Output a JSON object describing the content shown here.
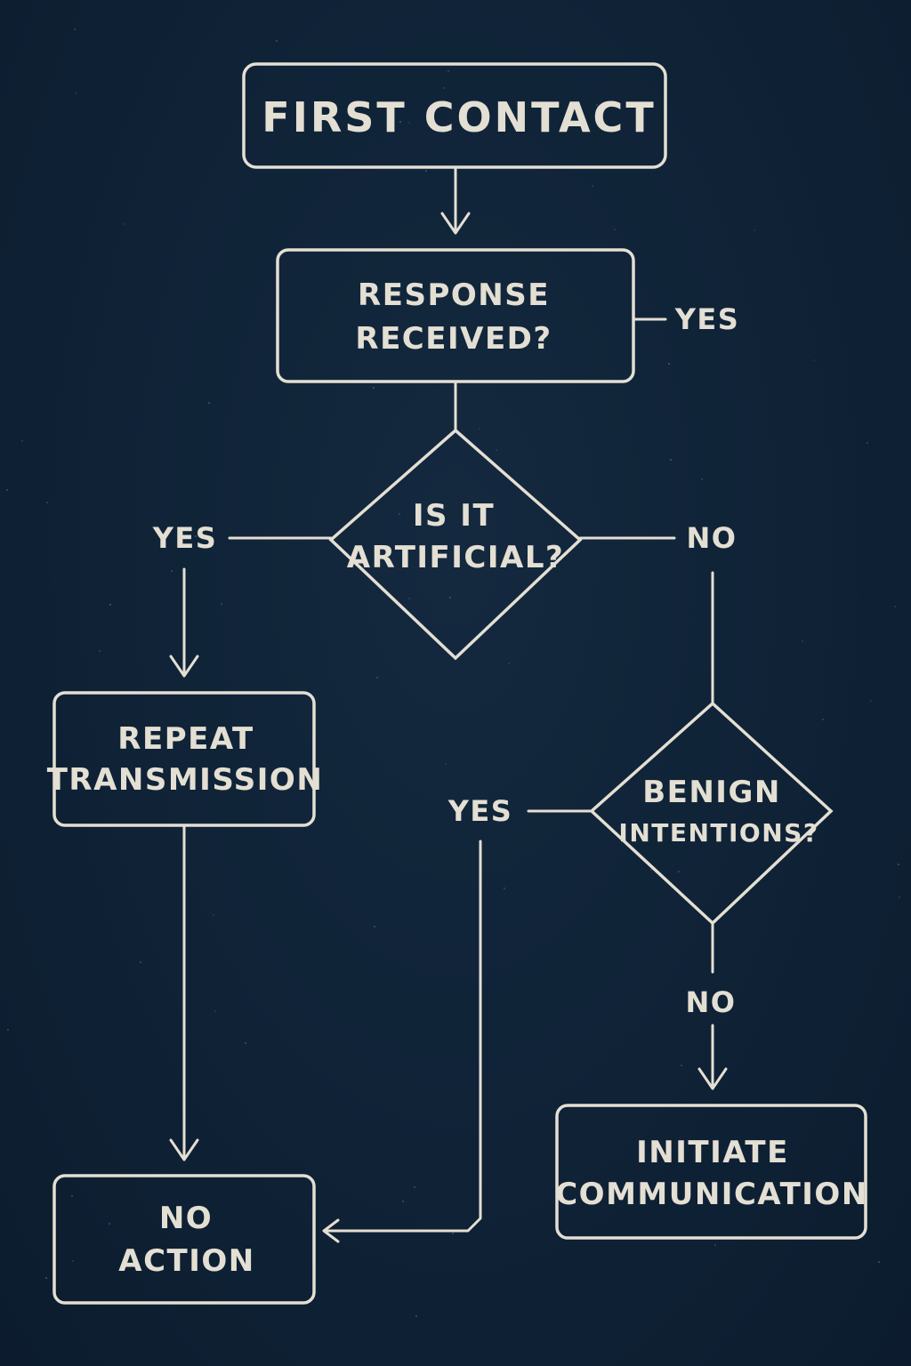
{
  "nodes": {
    "first_contact": "FIRST CONTACT",
    "response_received": [
      "RESPONSE",
      "RECEIVED?"
    ],
    "is_it_artificial": [
      "IS IT",
      "ARTIFICIAL?"
    ],
    "repeat_transmission": [
      "REPEAT",
      "TRANSMISSION"
    ],
    "benign_intentions": [
      "BENIGN",
      "INTENTIONS?"
    ],
    "initiate_communication": [
      "INITIATE",
      "COMMUNICATION"
    ],
    "no_action": [
      "NO",
      "ACTION"
    ]
  },
  "edges": {
    "response_yes": "YES",
    "artificial_yes": "YES",
    "artificial_no": "NO",
    "benign_yes": "YES",
    "benign_no": "NO"
  },
  "colors": {
    "background": "#0f2237",
    "ink": "#e4dfd3",
    "star": "#3a6f9e"
  }
}
